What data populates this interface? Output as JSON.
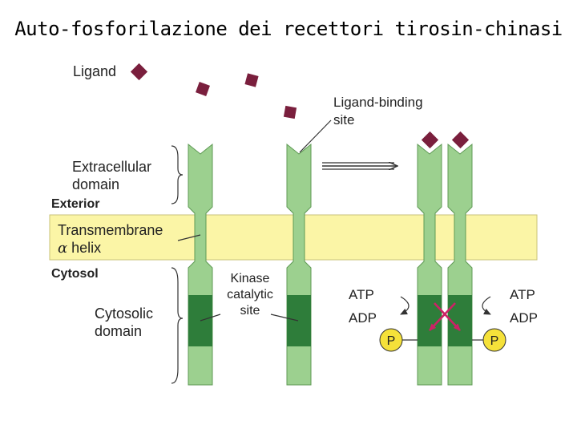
{
  "title": "Auto-fosforilazione dei recettori  tirosin-chinasi",
  "labels": {
    "ligand": "Ligand",
    "ligand_binding_site_line1": "Ligand-binding",
    "ligand_binding_site_line2": "site",
    "extracellular_line1": "Extracellular",
    "extracellular_line2": "domain",
    "exterior": "Exterior",
    "transmembrane_line1": "Transmembrane",
    "alpha_symbol": "α",
    "transmembrane_line2": " helix",
    "cytosol": "Cytosol",
    "kinase_line1": "Kinase",
    "kinase_line2": "catalytic",
    "kinase_line3": "site",
    "cytosolic_line1": "Cytosolic",
    "cytosolic_line2": "domain",
    "atp_left": "ATP",
    "adp_left": "ADP",
    "atp_right": "ATP",
    "adp_right": "ADP",
    "phosphate_left": "P",
    "phosphate_right": "P"
  },
  "colors": {
    "membrane": "#fbf5a6",
    "membrane_edge": "#c9c27a",
    "receptor_light": "#9cd08f",
    "receptor_dark": "#2e7d3a",
    "receptor_edge": "#5f9a55",
    "ligand": "#7a1f3d",
    "phosphate": "#f5e13a",
    "cross_arrows": "#cc2266"
  }
}
